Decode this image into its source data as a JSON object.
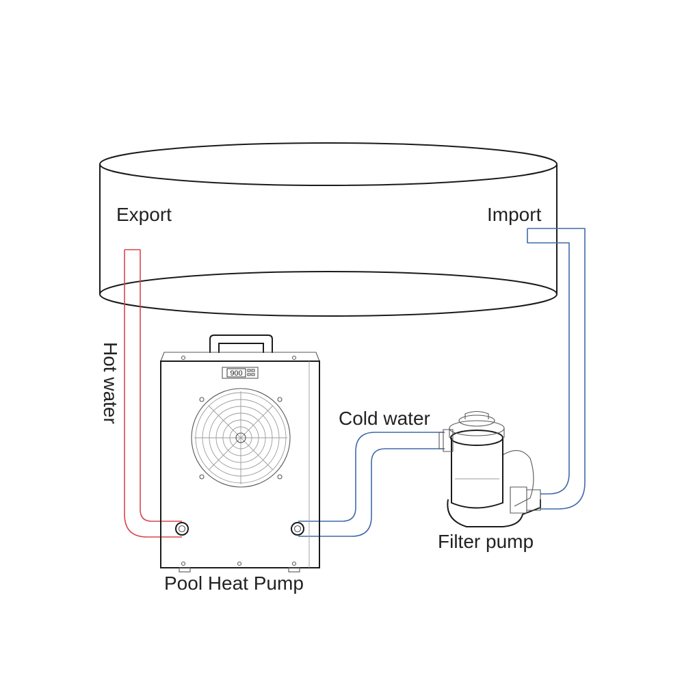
{
  "labels": {
    "export": "Export",
    "import": "Import",
    "hot_water": "Hot water",
    "cold_water": "Cold water",
    "filter_pump": "Filter pump",
    "pool_heat_pump": "Pool Heat Pump",
    "display_readout": "900"
  },
  "colors": {
    "hot_pipe": "#d9454c",
    "cold_pipe": "#3f69a9",
    "outline": "#1a1a1a",
    "text": "#222222"
  },
  "icons": [
    "fan-grille-icon",
    "digital-display-icon",
    "carry-handle-icon"
  ]
}
